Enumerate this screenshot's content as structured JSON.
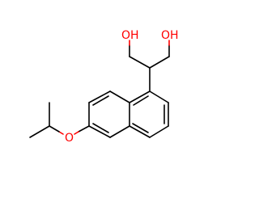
{
  "structure": {
    "labels": {
      "hydroxyl_left": "OH",
      "hydroxyl_right": "OH",
      "ether_oxygen": "O"
    },
    "colors": {
      "bond": "#000000",
      "heteroatom": "#ff0000",
      "background": "#ffffff"
    }
  }
}
